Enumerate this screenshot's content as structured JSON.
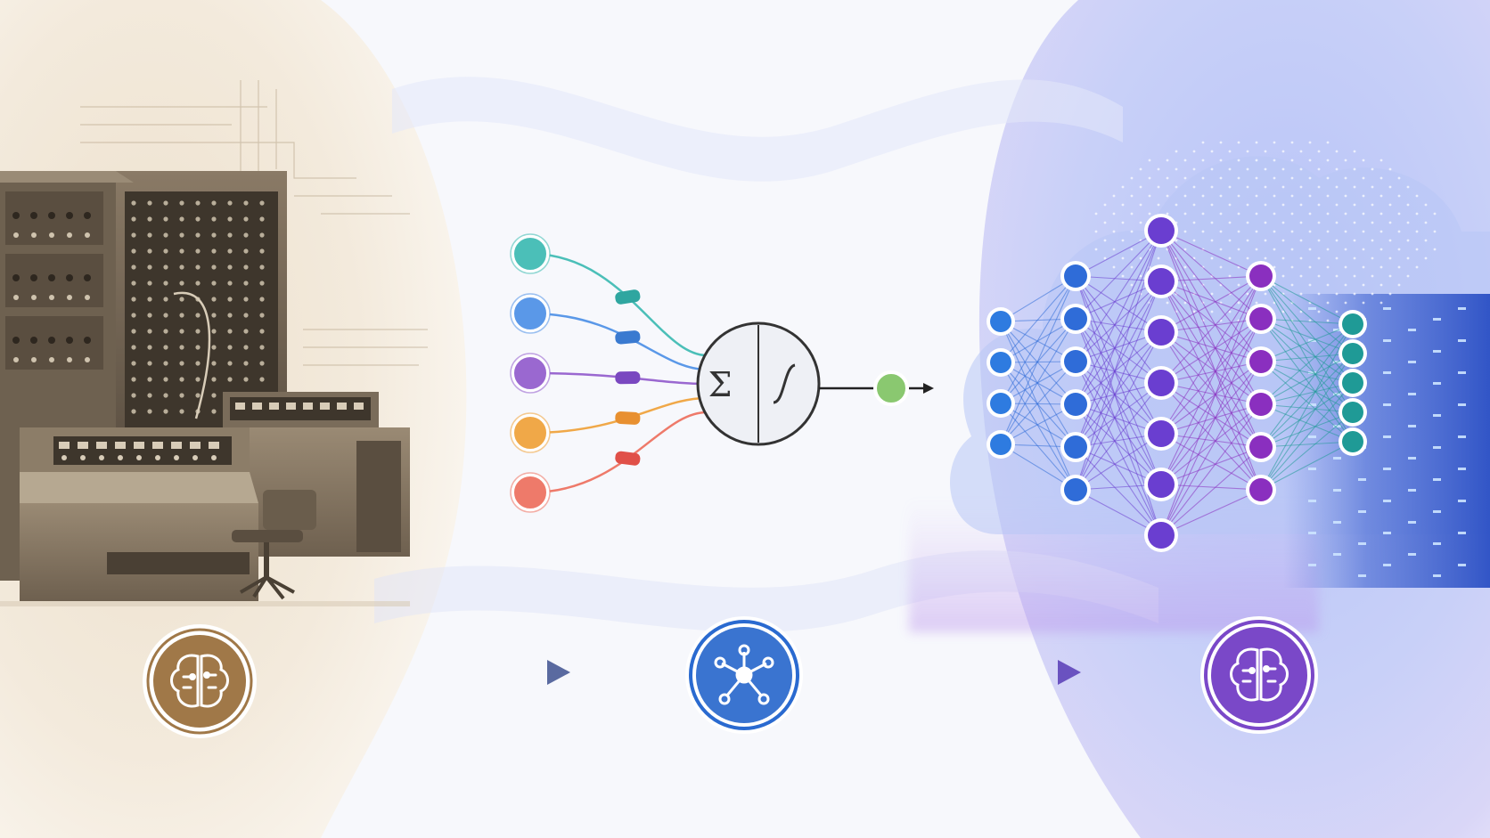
{
  "diagram": {
    "sections": [
      {
        "id": "early-computing",
        "theme_color": "#a07848",
        "icon": "brain-circuit-icon"
      },
      {
        "id": "perceptron",
        "theme_color": "#3a74d0",
        "icon": "network-node-icon"
      },
      {
        "id": "deep-learning",
        "theme_color": "#7a48c8",
        "icon": "brain-circuit-icon"
      }
    ],
    "perceptron": {
      "inputs": [
        {
          "color": "#4bbfb8",
          "weight_color": "#2fa6a0"
        },
        {
          "color": "#5a98e8",
          "weight_color": "#3a7ad0"
        },
        {
          "color": "#9a68d0",
          "weight_color": "#7a48c0"
        },
        {
          "color": "#f0a848",
          "weight_color": "#e89030"
        },
        {
          "color": "#ee7a6a",
          "weight_color": "#e05048"
        }
      ],
      "sum_symbol": "Σ",
      "activation_symbol": "∫",
      "output_color": "#8ac870"
    },
    "network": {
      "layer_sizes": [
        4,
        6,
        7,
        6,
        5
      ],
      "layer_colors": [
        "#2e7be0",
        "#2f6cd8",
        "#6a3ed0",
        "#8a2fbf",
        "#1f9a96"
      ]
    },
    "timeline": {
      "colors": [
        "#a07848",
        "#3a74d0",
        "#7a48c8"
      ]
    }
  }
}
